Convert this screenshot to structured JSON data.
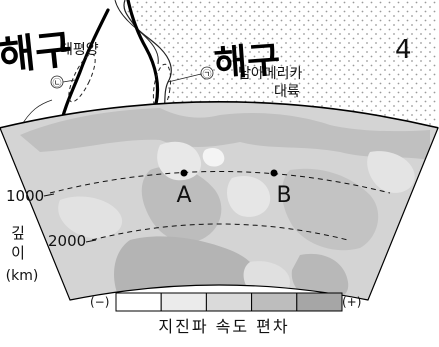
{
  "map": {
    "label_pacific": "태평양",
    "label_continent_line1": "남아메리카",
    "label_continent_line2": "대륙",
    "marker_left": "㉡",
    "marker_right": "㉠",
    "panel_number": "4",
    "handwriting_left": "해구",
    "handwriting_right": "해구"
  },
  "section": {
    "point_a": "A",
    "point_b": "B"
  },
  "depth_axis": {
    "tick_1000": "1000",
    "tick_2000": "2000",
    "label_line1": "깊",
    "label_line2": "이",
    "label_unit": "(km)"
  },
  "legend": {
    "minus": "(−)",
    "plus": "(+)",
    "title": "지진파 속도 편차",
    "colors": [
      "#ffffff",
      "#ebebeb",
      "#dadada",
      "#bdbdbd",
      "#a6a6a6"
    ]
  }
}
